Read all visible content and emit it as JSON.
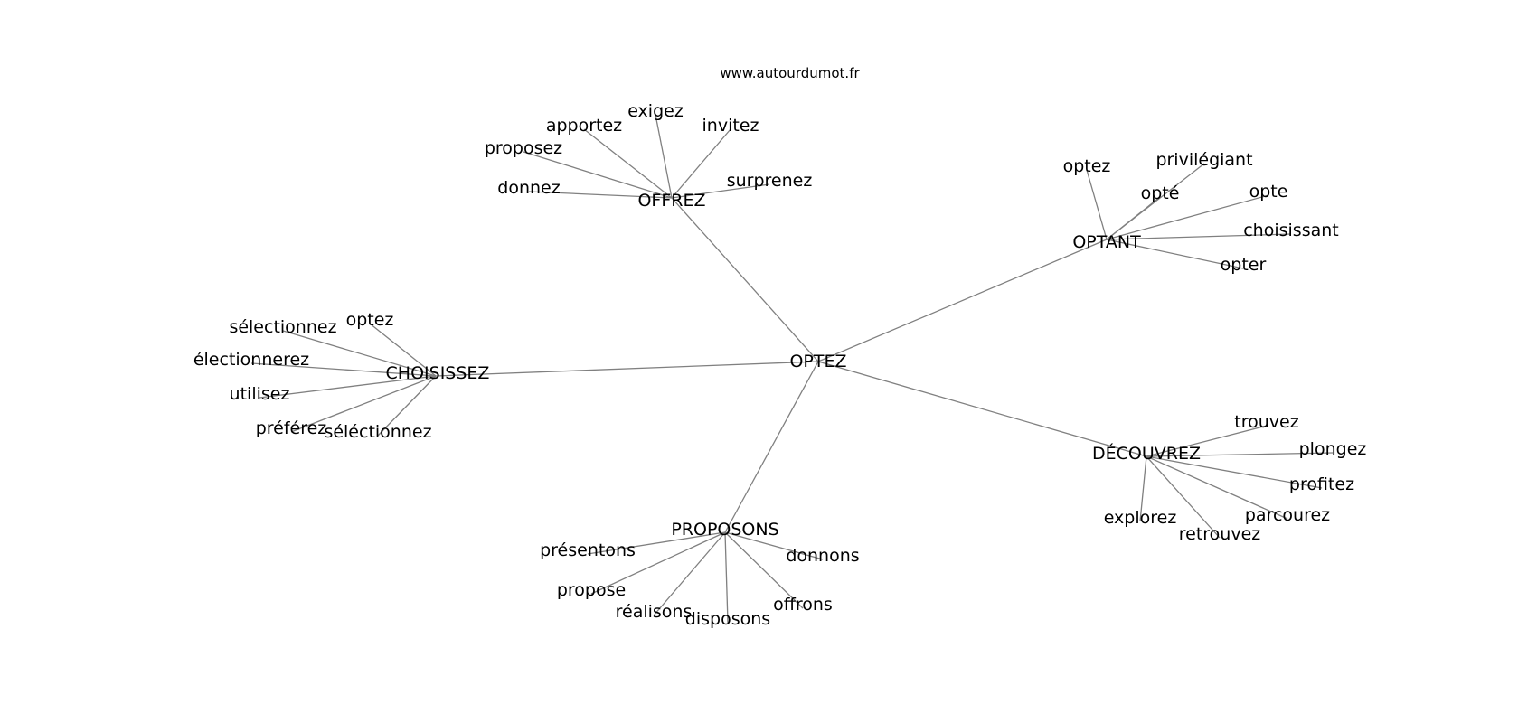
{
  "credit": "www.autourdumot.fr",
  "center": "OPTEZ",
  "groups": [
    {
      "hub": "OFFREZ",
      "leaves": [
        "donnez",
        "proposez",
        "apportez",
        "exigez",
        "invitez",
        "surprenez"
      ]
    },
    {
      "hub": "OPTANT",
      "leaves": [
        "optez",
        "privilégiant",
        "opté",
        "opte",
        "choisissant",
        "opter"
      ]
    },
    {
      "hub": "CHOISISSEZ",
      "leaves": [
        "optez",
        "sélectionnez",
        "électionnerez",
        "utilisez",
        "préférez",
        "séléctionnez"
      ]
    },
    {
      "hub": "DÉCOUVREZ",
      "leaves": [
        "trouvez",
        "plongez",
        "profitez",
        "parcourez",
        "retrouvez",
        "explorez"
      ]
    },
    {
      "hub": "PROPOSONS",
      "leaves": [
        "présentons",
        "propose",
        "réalisons",
        "disposons",
        "offrons",
        "donnons"
      ]
    }
  ]
}
